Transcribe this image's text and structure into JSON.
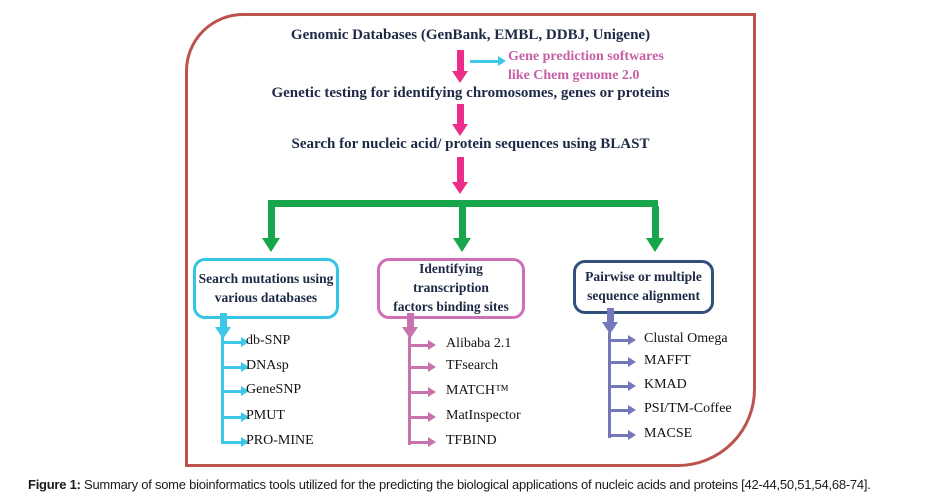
{
  "flow": {
    "step1": "Genomic Databases (GenBank, EMBL, DDBJ, Unigene)",
    "note_line1": "Gene prediction softwares",
    "note_line2": "like Chem genome 2.0",
    "step2": "Genetic testing for identifying chromosomes, genes or proteins",
    "step3": "Search for nucleic acid/ protein sequences using BLAST"
  },
  "branches": [
    {
      "title_line1": "Search mutations using",
      "title_line2": "various databases",
      "items": [
        "db-SNP",
        "DNAsp",
        "GeneSNP",
        "PMUT",
        "PRO-MINE"
      ]
    },
    {
      "title_line1": "Identifying transcription",
      "title_line2": "factors binding sites",
      "items": [
        "Alibaba 2.1",
        "TFsearch",
        "MATCH™",
        "MatInspector",
        "TFBIND"
      ]
    },
    {
      "title_line1": "Pairwise or multiple",
      "title_line2": "sequence alignment",
      "items": [
        "Clustal Omega",
        "MAFFT",
        "KMAD",
        "PSI/TM-Coffee",
        "MACSE"
      ]
    }
  ],
  "caption": {
    "label": "Figure 1:",
    "text": " Summary of some bioinformatics tools utilized for the predicting the biological applications of nucleic acids and proteins [42-44,50,51,54,68-74]."
  },
  "colors": {
    "frame_border": "#bb544e",
    "magenta_arrow": "#ec2e8a",
    "note_pink": "#c75fa5",
    "green_arrow": "#18a64c",
    "cyan_accent": "#3fc7e8",
    "mauve_accent": "#c973ae",
    "pink_box_border": "#cf6fb5",
    "purple_accent": "#7478bb",
    "navy_box_border": "#31507c",
    "heading_text": "#1d2945"
  }
}
